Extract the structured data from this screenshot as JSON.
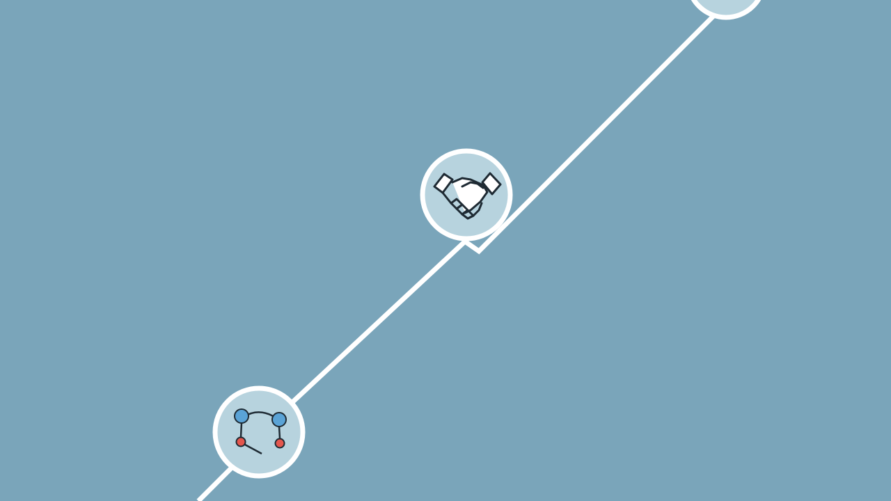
{
  "background_color": "#7AA5BA",
  "line_color": "#FFFFFF",
  "node_fill_color": "#B7D3DE",
  "node_ring_color": "#FFFFFF",
  "icon_stroke_color": "#1E2A33",
  "icon_node_blue": "#5AA3D6",
  "icon_node_red": "#E4574E",
  "nodes": [
    {
      "name": "network-node",
      "icon": "network-graph-icon"
    },
    {
      "name": "handshake-node",
      "icon": "handshake-icon"
    },
    {
      "name": "top-node",
      "icon": "partially-visible-node"
    }
  ]
}
